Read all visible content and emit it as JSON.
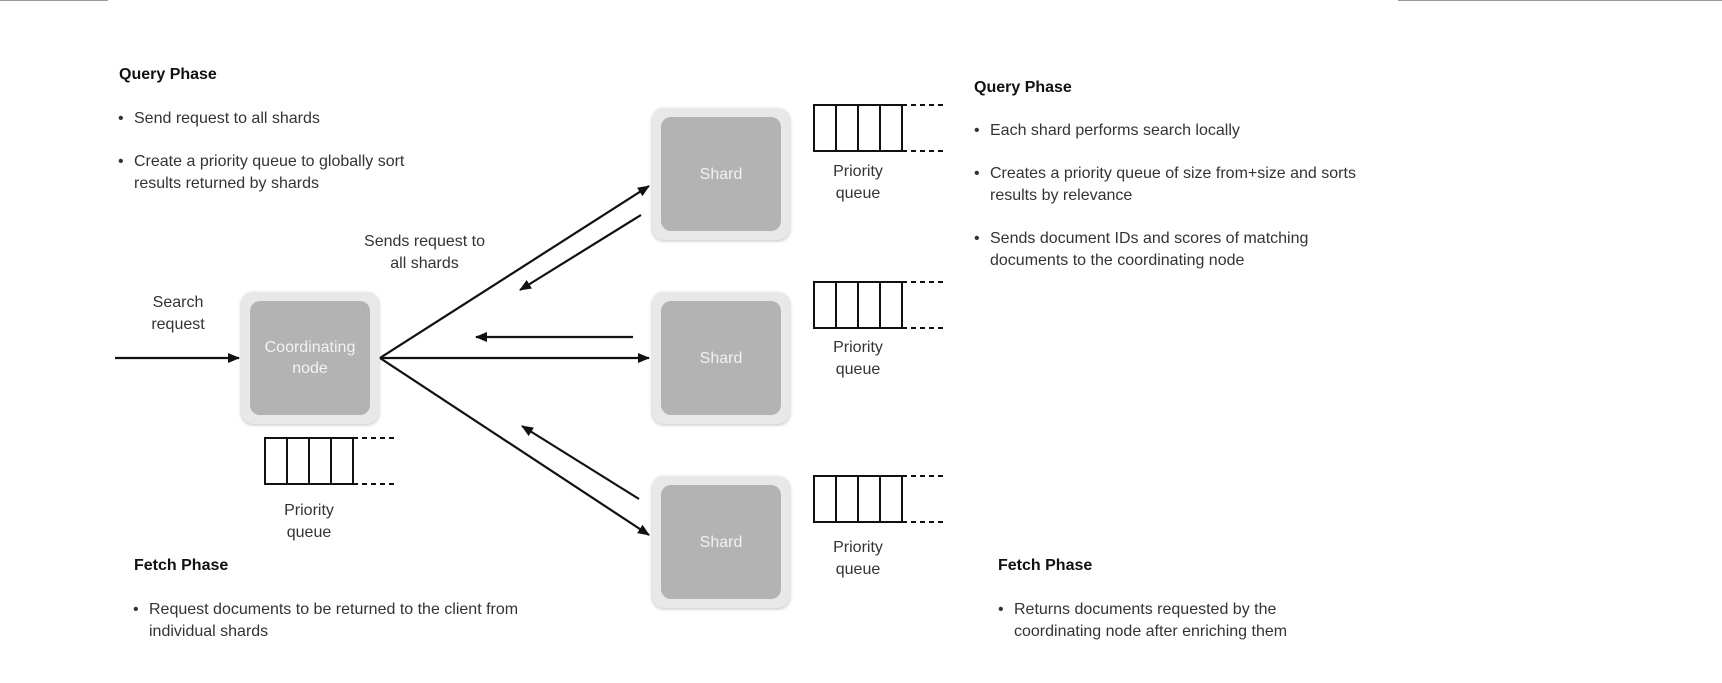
{
  "left": {
    "query_phase": {
      "title": "Query Phase",
      "bullets": [
        "Send request to all shards",
        "Create a priority queue to globally sort results returned by shards"
      ]
    },
    "fetch_phase": {
      "title": "Fetch Phase",
      "bullets": [
        "Request documents to be returned to the client from individual shards"
      ]
    }
  },
  "right": {
    "query_phase": {
      "title": "Query Phase",
      "bullets": [
        "Each shard performs search locally",
        "Creates a priority queue of size from+size and sorts results by relevance",
        "Sends document IDs and scores of matching documents to the coordinating node"
      ]
    },
    "fetch_phase": {
      "title": "Fetch Phase",
      "bullets": [
        "Returns documents requested by the coordinating node after enriching them"
      ]
    }
  },
  "diagram": {
    "search_request_label": "Search request",
    "sends_request_label": "Sends request to all shards",
    "coordinating_node_label": "Coordinating node",
    "shard_label": "Shard",
    "priority_queue_label": "Priority queue"
  }
}
